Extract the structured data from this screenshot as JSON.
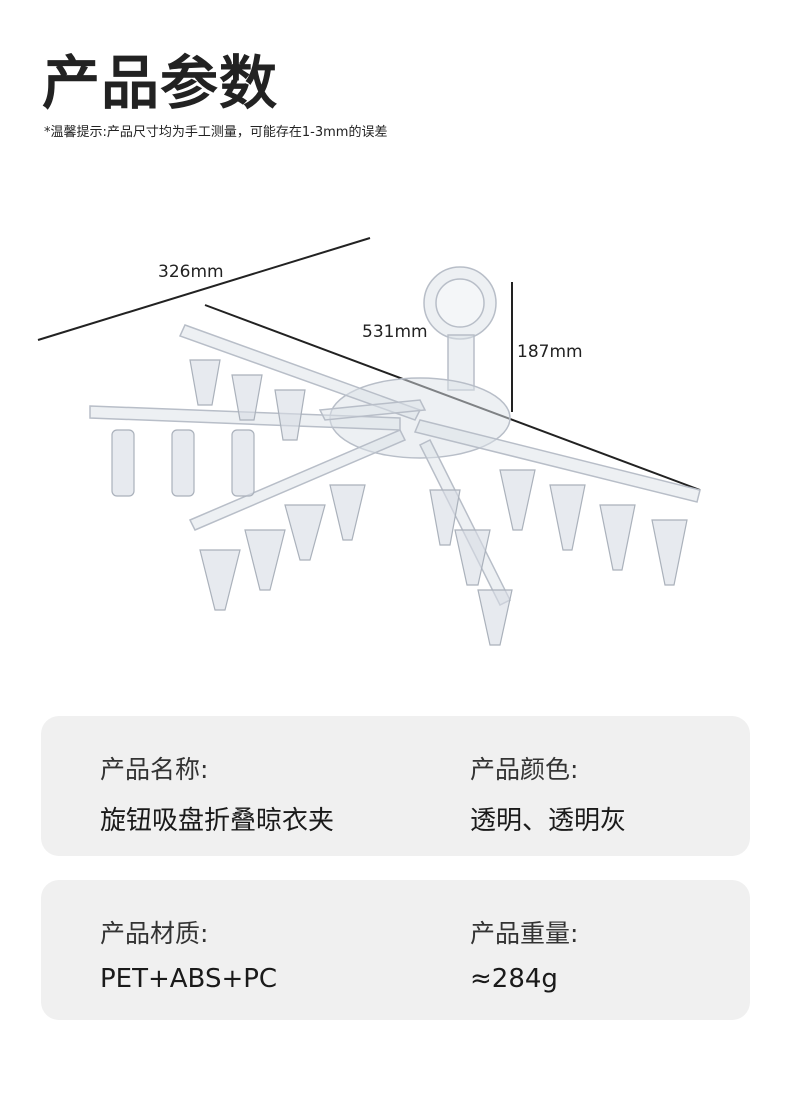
{
  "header": {
    "title": "产品参数",
    "note": "*温馨提示:产品尺寸均为手工测量，可能存在1-3mm的误差"
  },
  "dimensions": {
    "depth": "326mm",
    "length": "531mm",
    "height": "187mm"
  },
  "specs": [
    {
      "label": "产品名称:",
      "value": "旋钮吸盘折叠晾衣夹"
    },
    {
      "label": "产品颜色:",
      "value": "透明、透明灰"
    },
    {
      "label": "产品材质:",
      "value": "PET+ABS+PC"
    },
    {
      "label": "产品重量:",
      "value": "≈284g"
    }
  ]
}
